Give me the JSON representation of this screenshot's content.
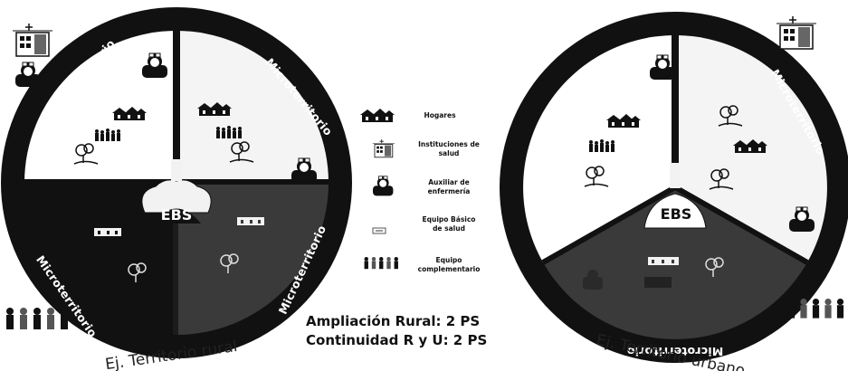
{
  "legend": {
    "items": [
      {
        "icon": "houses-icon",
        "label_lines": [
          "Hogares"
        ]
      },
      {
        "icon": "health-institution-icon",
        "label_lines": [
          "Instituciones de",
          "salud"
        ]
      },
      {
        "icon": "nurse-icon",
        "label_lines": [
          "Auxiliar de",
          "enfermería"
        ]
      },
      {
        "icon": "ebs-team-icon",
        "label_lines": [
          "Equipo Básico",
          "de salud"
        ]
      },
      {
        "icon": "complementary-team-icon",
        "label_lines": [
          "Equipo",
          "complementario"
        ]
      }
    ]
  },
  "rural": {
    "microterritory_label": "Microterritorio",
    "hub_label": "EBS",
    "caption": "Ej. Territorio rural"
  },
  "urban": {
    "microterritory_label": "Microterritorio",
    "hub_label": "EBS",
    "caption": "Ej. Territorio urbano"
  },
  "summary": {
    "line1": "Ampliación Rural: 2 PS",
    "line2": "Continuidad R y U: 2 PS"
  },
  "colors": {
    "ring": "#111111",
    "dark_sector": "#111111",
    "mid_sector": "#3a3a3a",
    "light_sector": "#f7f7f7"
  }
}
